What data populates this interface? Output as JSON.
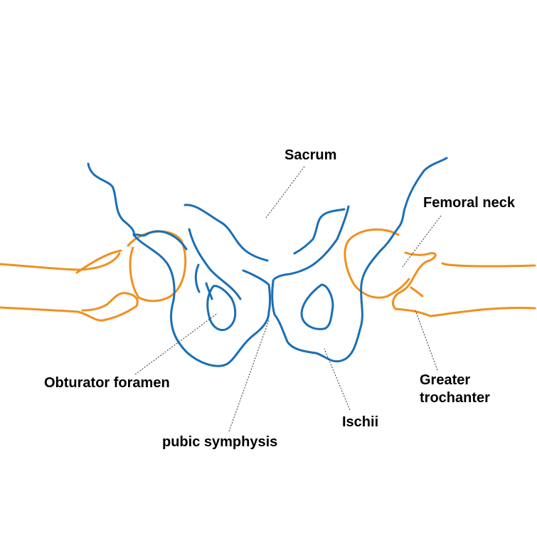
{
  "colors": {
    "pelvis": "#1a6fb5",
    "femur": "#f0901e",
    "leader": "#333333",
    "text": "#000000"
  },
  "labels": {
    "sacrum": "Sacrum",
    "femoral_neck": "Femoral neck",
    "obturator_foramen": "Obturator foramen",
    "greater_trochanter_1": "Greater",
    "greater_trochanter_2": "trochanter",
    "ischii": "Ischii",
    "pubic_symphysis": "pubic symphysis"
  }
}
